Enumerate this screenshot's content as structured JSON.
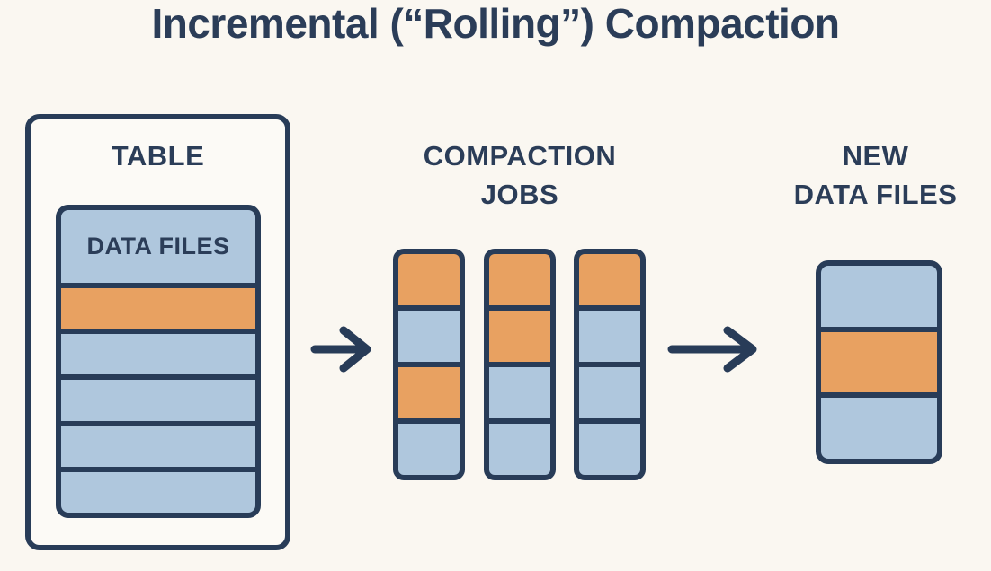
{
  "title": "Incremental (“Rolling”) Compaction",
  "colors": {
    "bg": "#FAF7F1",
    "panel": "#FCFAF6",
    "navy": "#283C58",
    "ink": "#2B3D58",
    "blue": "#AFC7DD",
    "orange": "#E8A161"
  },
  "left": {
    "heading": "TABLE",
    "stack": {
      "header_label": "DATA FILES",
      "header_color": "blue",
      "cells": [
        "orange",
        "blue",
        "blue",
        "blue",
        "blue"
      ]
    }
  },
  "middle": {
    "heading_line1": "COMPACTION",
    "heading_line2": "JOBS",
    "columns": [
      {
        "cells": [
          "orange",
          "blue",
          "orange",
          "blue"
        ]
      },
      {
        "cells": [
          "orange",
          "orange",
          "blue",
          "blue"
        ]
      },
      {
        "cells": [
          "orange",
          "blue",
          "blue",
          "blue"
        ]
      }
    ]
  },
  "right": {
    "heading_line1": "NEW",
    "heading_line2": "DATA FILES",
    "column": {
      "cells": [
        "blue",
        "orange",
        "blue"
      ]
    }
  },
  "arrows": [
    {
      "name": "arrow-table-to-jobs",
      "direction": "right"
    },
    {
      "name": "arrow-jobs-to-new-files",
      "direction": "right"
    }
  ]
}
